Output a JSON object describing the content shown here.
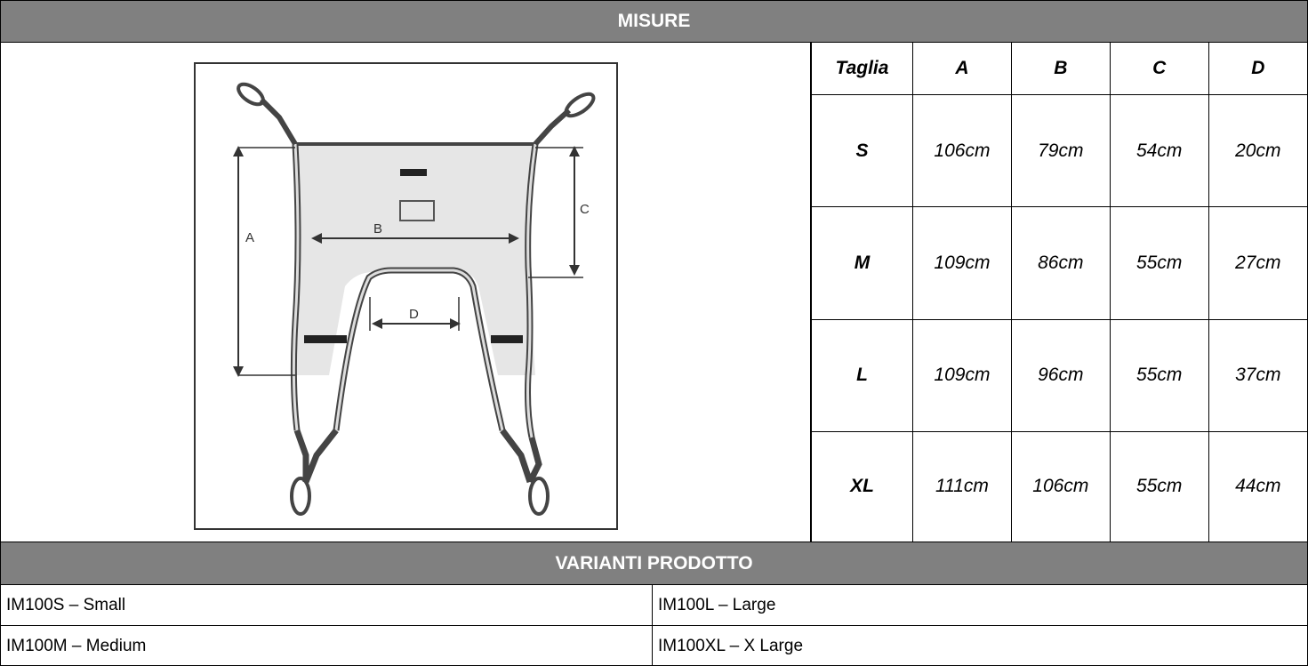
{
  "sections": {
    "measures_title": "MISURE",
    "variants_title": "VARIANTI PRODOTTO"
  },
  "diagram": {
    "labels": {
      "a": "A",
      "b": "B",
      "c": "C",
      "d": "D"
    }
  },
  "size_table": {
    "headers": [
      "Taglia",
      "A",
      "B",
      "C",
      "D"
    ],
    "rows": [
      [
        "S",
        "106cm",
        "79cm",
        "54cm",
        "20cm"
      ],
      [
        "M",
        "109cm",
        "86cm",
        "55cm",
        "27cm"
      ],
      [
        "L",
        "109cm",
        "96cm",
        "55cm",
        "37cm"
      ],
      [
        "XL",
        "111cm",
        "106cm",
        "55cm",
        "44cm"
      ]
    ]
  },
  "variants": [
    [
      "IM100S – Small",
      "IM100L – Large"
    ],
    [
      "IM100M – Medium",
      "IM100XL – X Large"
    ]
  ]
}
